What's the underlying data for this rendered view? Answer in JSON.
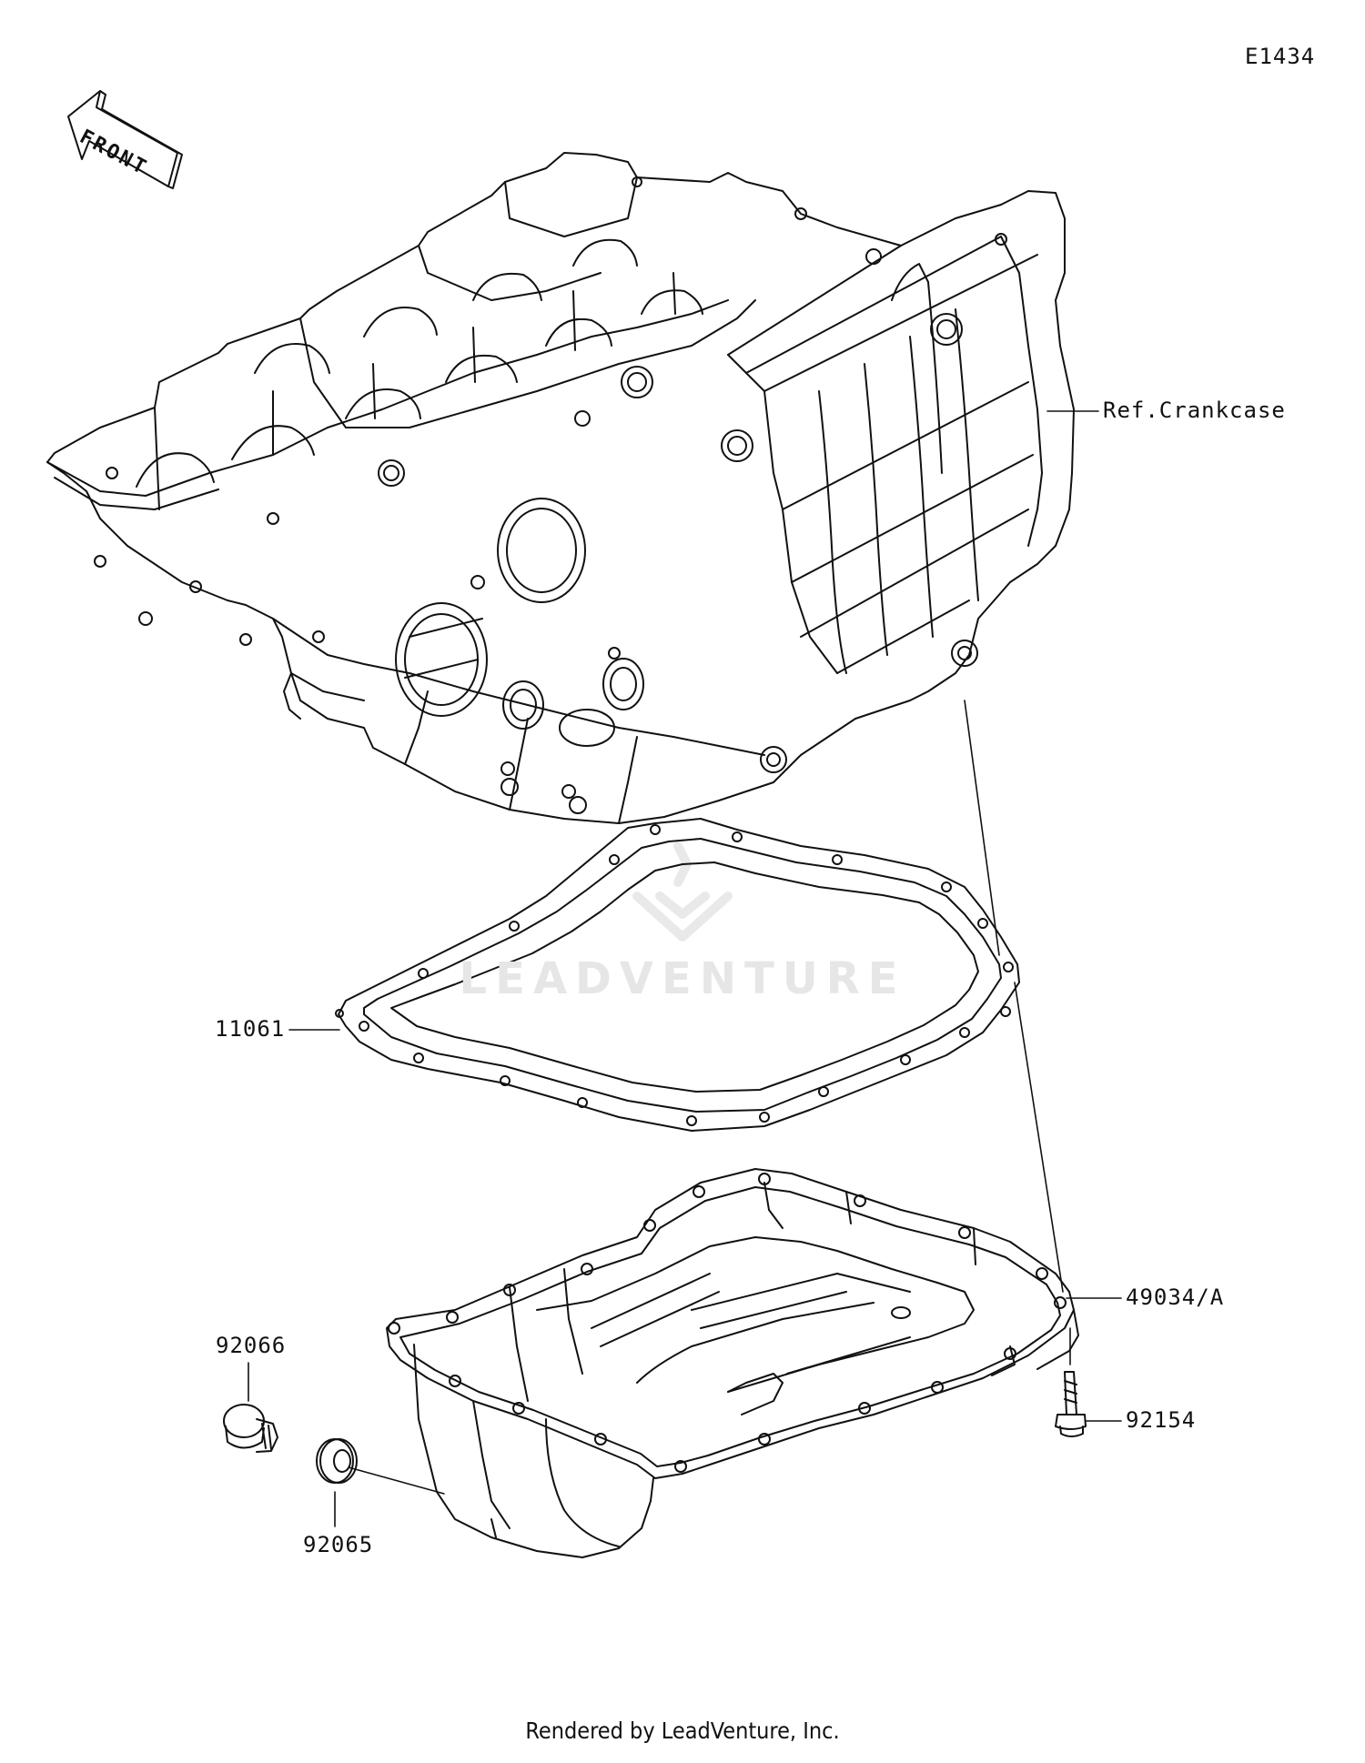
{
  "diagram_code": "E1434",
  "front_label": "FRONT",
  "callouts": {
    "crankcase": "Ref.Crankcase",
    "gasket": "11061",
    "oil_pan": "49034/A",
    "drain_plug": "92066",
    "washer": "92065",
    "bolt": "92154"
  },
  "watermark": "LEADVENTURE",
  "footer": "Rendered by LeadVenture, Inc.",
  "colors": {
    "line": "#111111",
    "watermark": "#e6e6e6"
  }
}
